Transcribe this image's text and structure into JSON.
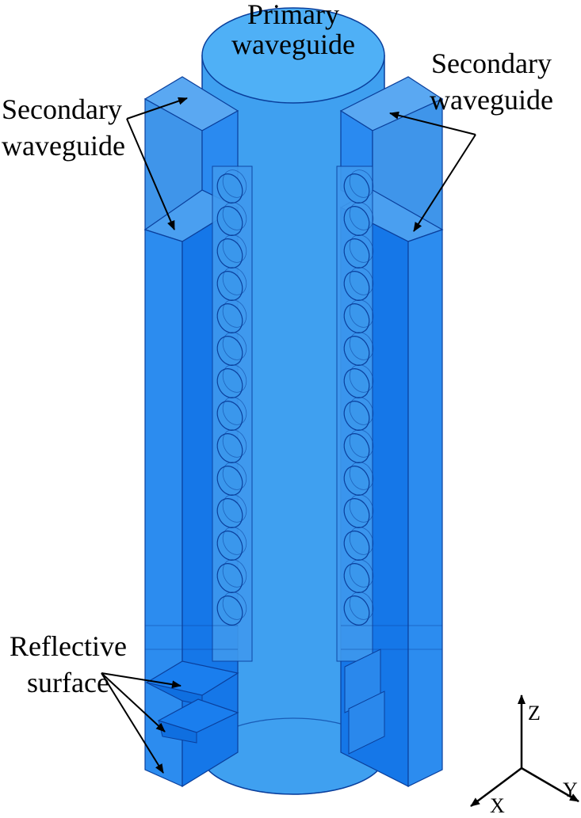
{
  "labels": {
    "primary_line1": "Primary",
    "primary_line2": "waveguide",
    "secondary_left_line1": "Secondary",
    "secondary_left_line2": "waveguide",
    "secondary_right_line1": "Secondary",
    "secondary_right_line2": "waveguide",
    "reflective_line1": "Reflective",
    "reflective_line2": "surface"
  },
  "axes": {
    "z": "Z",
    "y": "Y",
    "x": "X"
  },
  "colors": {
    "cylinder": "#3fa0f0",
    "cylinder_top": "#4fb0f6",
    "box_light": "#4a9ff0",
    "box_dark": "#1577e8",
    "outline": "#0a3f9c",
    "annotation": "#000000"
  }
}
